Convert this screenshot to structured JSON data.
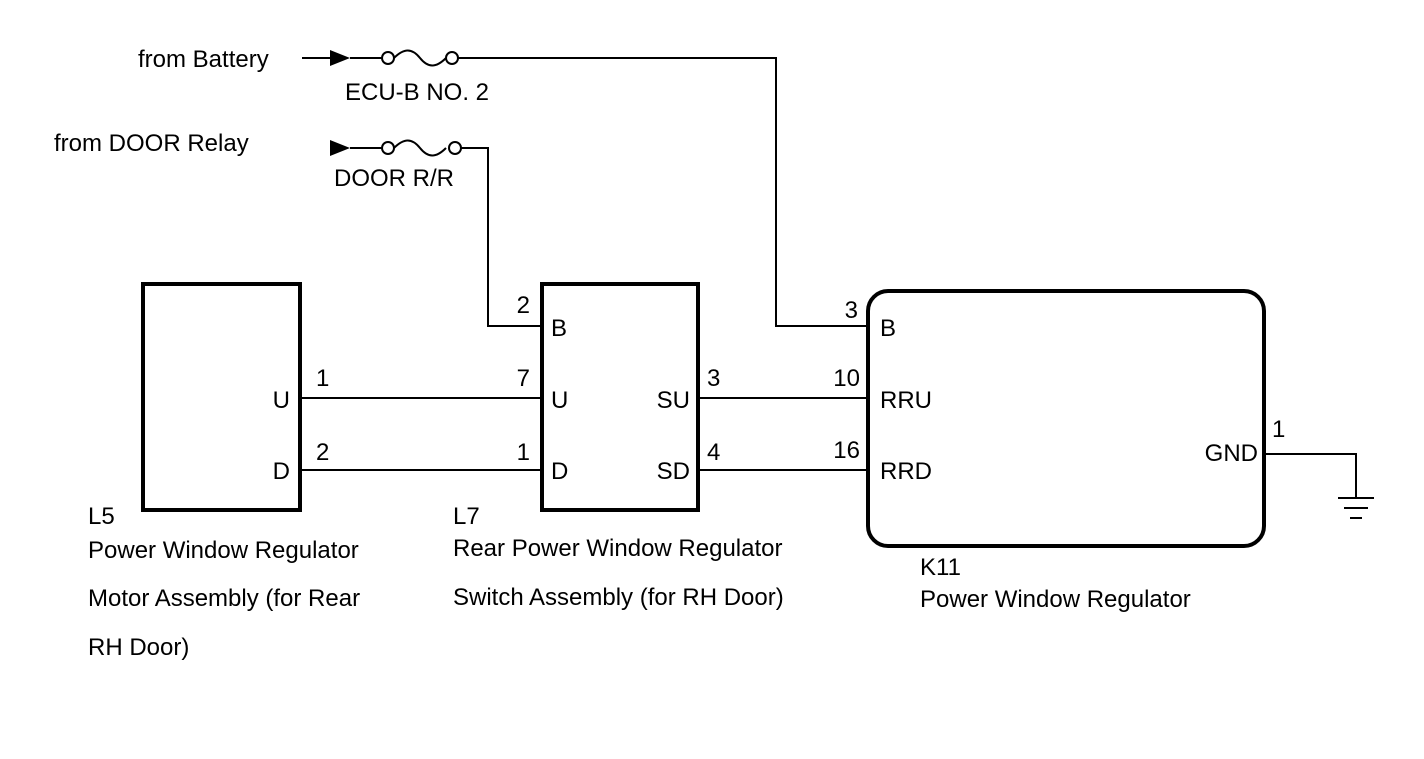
{
  "sources": {
    "battery": "from Battery",
    "door_relay": "from DOOR Relay"
  },
  "fuses": {
    "ecu_b": "ECU-B NO. 2",
    "door_rr": "DOOR R/R"
  },
  "components": {
    "l5": {
      "code": "L5",
      "name_line1": "Power Window Regulator",
      "name_line2": "Motor Assembly (for Rear",
      "name_line3": "RH Door)",
      "terminals": {
        "u": "U",
        "d": "D"
      },
      "pins": {
        "u": "1",
        "d": "2"
      }
    },
    "l7": {
      "code": "L7",
      "name_line1": "Rear Power Window Regulator",
      "name_line2": "Switch Assembly (for RH Door)",
      "terminals": {
        "b": "B",
        "u": "U",
        "d": "D",
        "su": "SU",
        "sd": "SD"
      },
      "pins": {
        "b": "2",
        "u": "7",
        "d": "1",
        "su": "3",
        "sd": "4"
      }
    },
    "k11": {
      "code": "K11",
      "name_line1": "Power Window Regulator",
      "terminals": {
        "b": "B",
        "rru": "RRU",
        "rrd": "RRD",
        "gnd": "GND"
      },
      "pins": {
        "b": "3",
        "rru": "10",
        "rrd": "16",
        "gnd": "1"
      }
    }
  },
  "icons": [
    "arrow-icon",
    "fuse-icon",
    "ground-icon"
  ]
}
